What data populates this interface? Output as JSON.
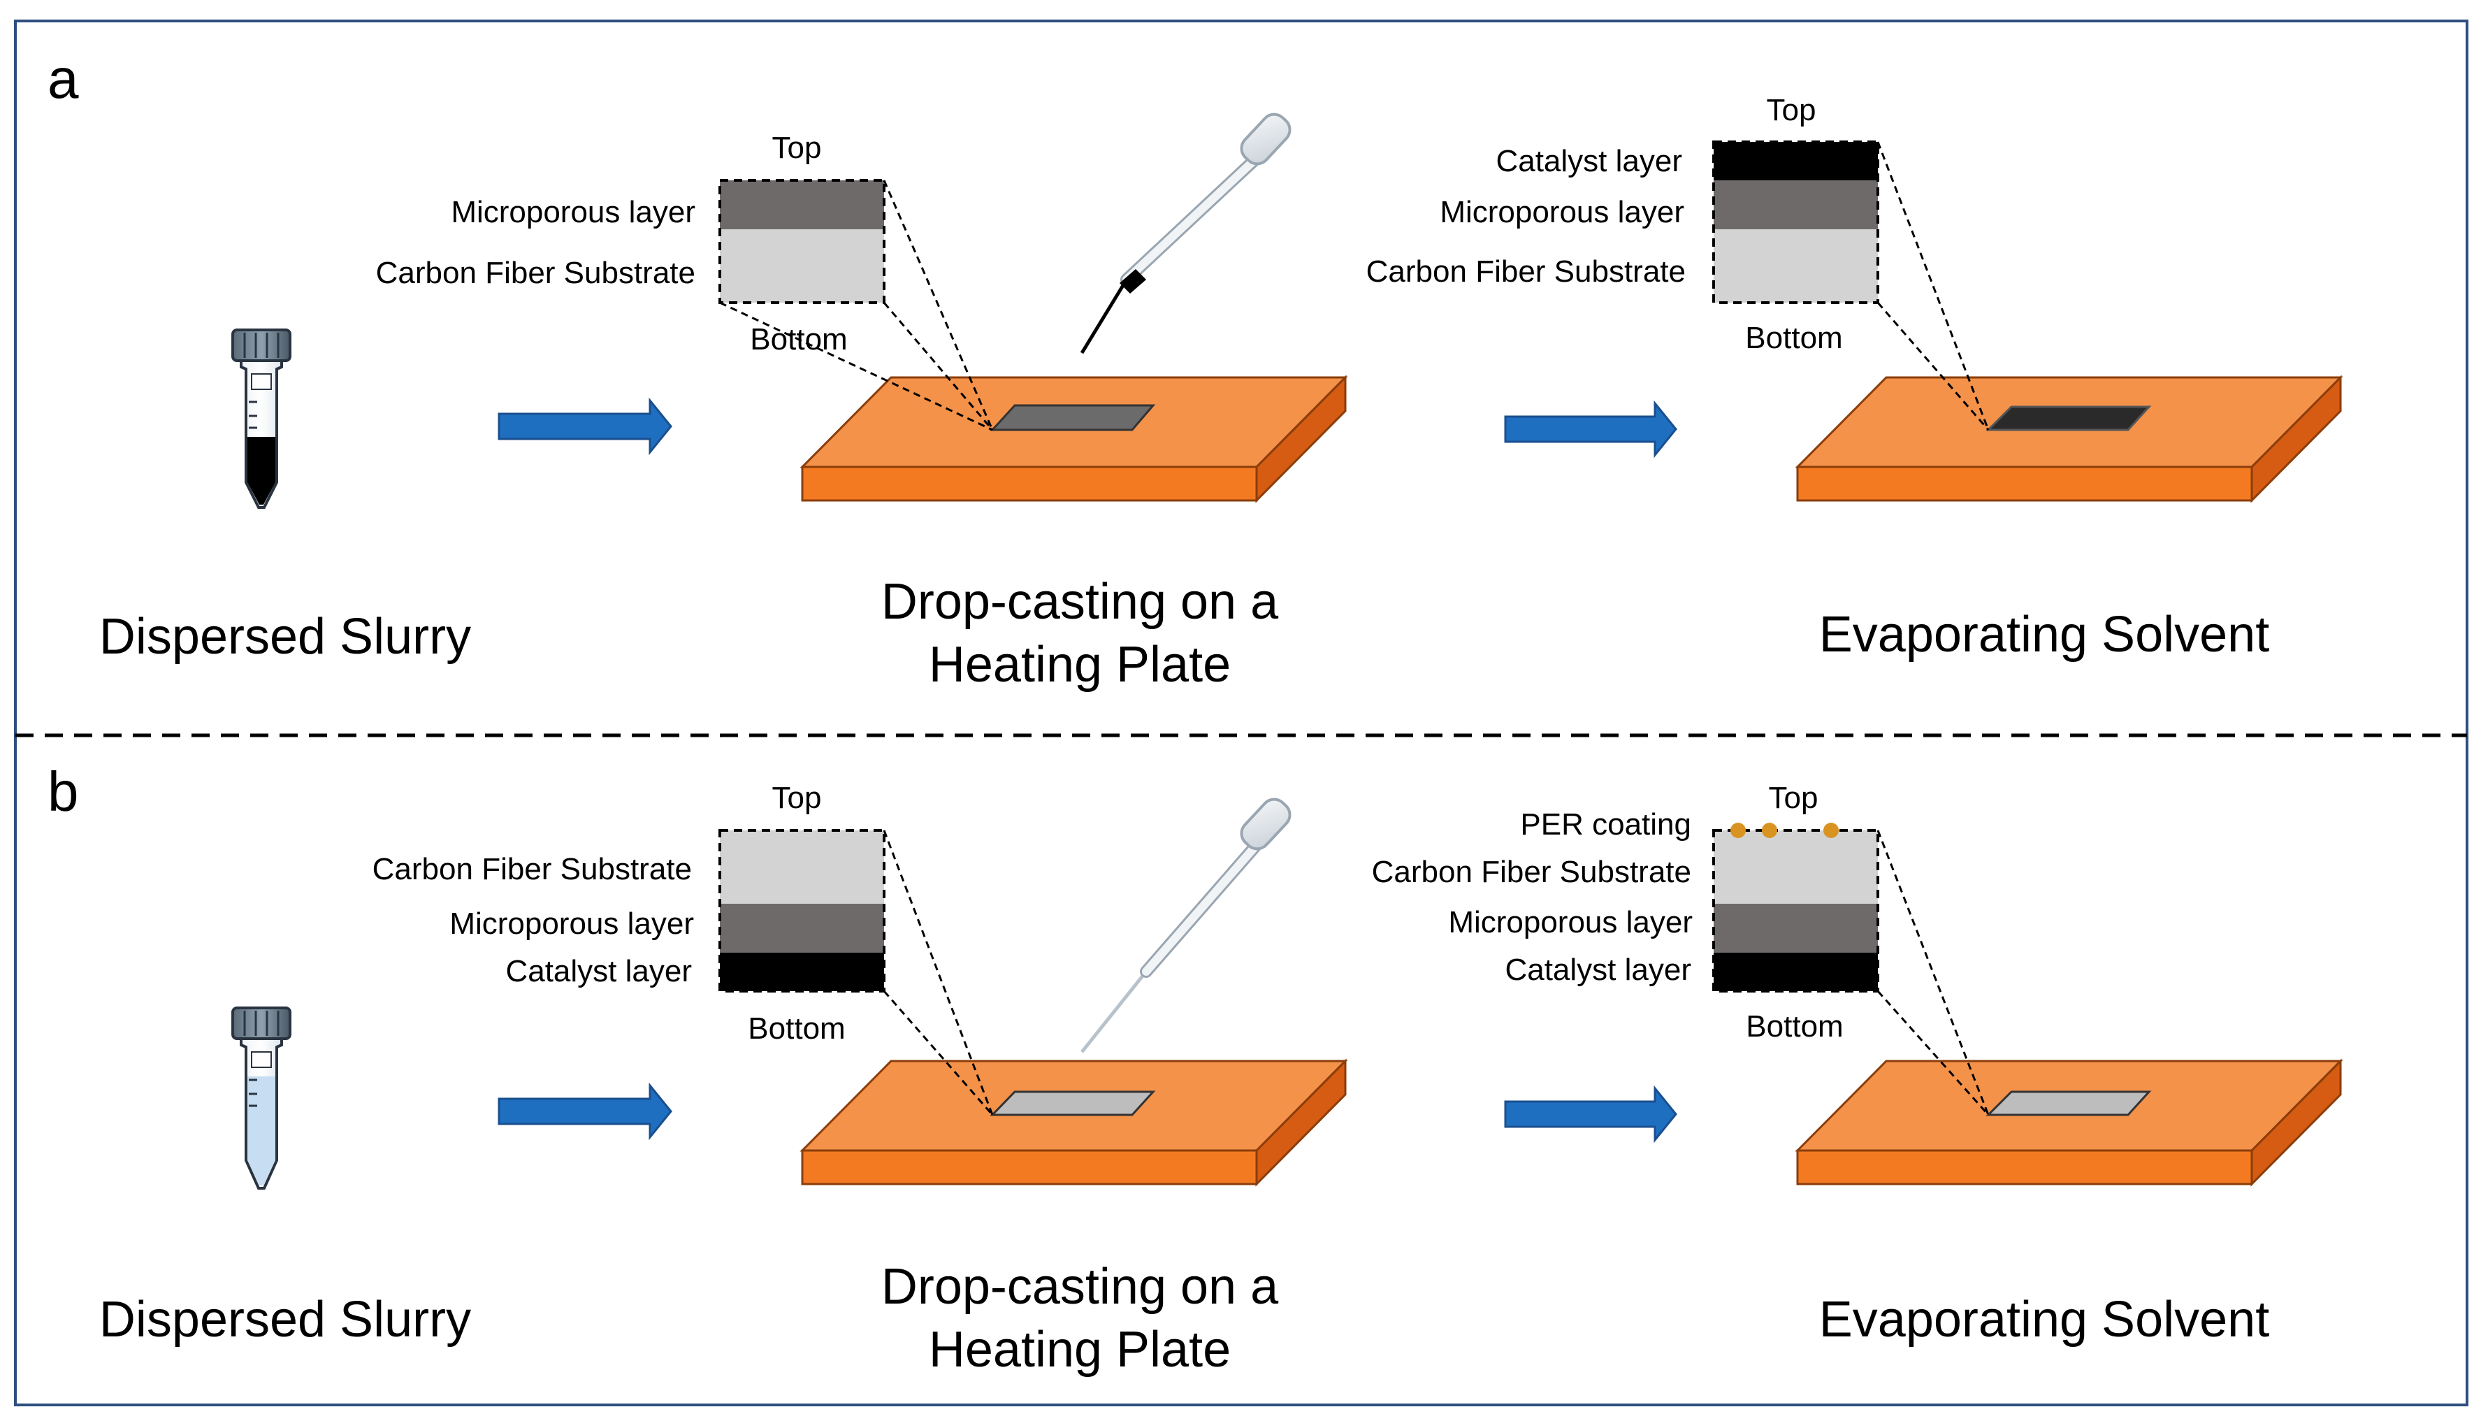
{
  "colors": {
    "frame": "#2f4f7f",
    "arrow": "#1f6fc0",
    "arrow_edge": "#1a4f8f",
    "plate_top": "#f4924a",
    "plate_front": "#f47a22",
    "plate_side": "#d55c12",
    "plate_edge": "#8b3d0a",
    "carbon_fiber": "#d3d3d3",
    "microporous": "#6e6a6a",
    "catalyst": "#000000",
    "per_dots": "#d99321",
    "slurry_dark": "#000000",
    "slurry_light": "#c7ddf1"
  },
  "panel_a": {
    "letter": "a",
    "step1_caption": "Dispersed Slurry",
    "step2_caption_line1": "Drop-casting on a",
    "step2_caption_line2": "Heating Plate",
    "step3_caption": "Evaporating Solvent",
    "inset1": {
      "top": "Top",
      "bottom": "Bottom",
      "layers": [
        "Microporous layer",
        "Carbon Fiber Substrate"
      ]
    },
    "inset2": {
      "top": "Top",
      "bottom": "Bottom",
      "layers": [
        "Catalyst layer",
        "Microporous layer",
        "Carbon Fiber Substrate"
      ]
    },
    "tube_icon": "dark-slurry-tube-icon",
    "pipette_icon": "dark-tip-pipette-icon"
  },
  "panel_b": {
    "letter": "b",
    "step1_caption": "Dispersed Slurry",
    "step2_caption_line1": "Drop-casting on a",
    "step2_caption_line2": "Heating Plate",
    "step3_caption": "Evaporating Solvent",
    "inset1": {
      "top": "Top",
      "bottom": "Bottom",
      "layers": [
        "Carbon Fiber Substrate",
        "Microporous layer",
        "Catalyst layer"
      ]
    },
    "inset2": {
      "top": "Top",
      "bottom": "Bottom",
      "coating": "PER coating",
      "layers": [
        "Carbon Fiber Substrate",
        "Microporous layer",
        "Catalyst layer"
      ]
    },
    "tube_icon": "light-slurry-tube-icon",
    "pipette_icon": "clear-pipette-icon"
  }
}
